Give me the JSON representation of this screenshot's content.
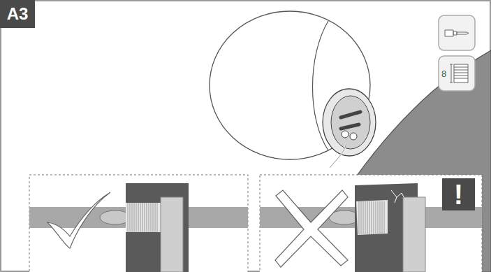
{
  "diagram": {
    "nodes": [
      {
        "text": [
          "A3"
        ]
      },
      {
        "text": [
          "8"
        ]
      },
      {
        "text": [
          "!"
        ]
      }
    ]
  }
}
